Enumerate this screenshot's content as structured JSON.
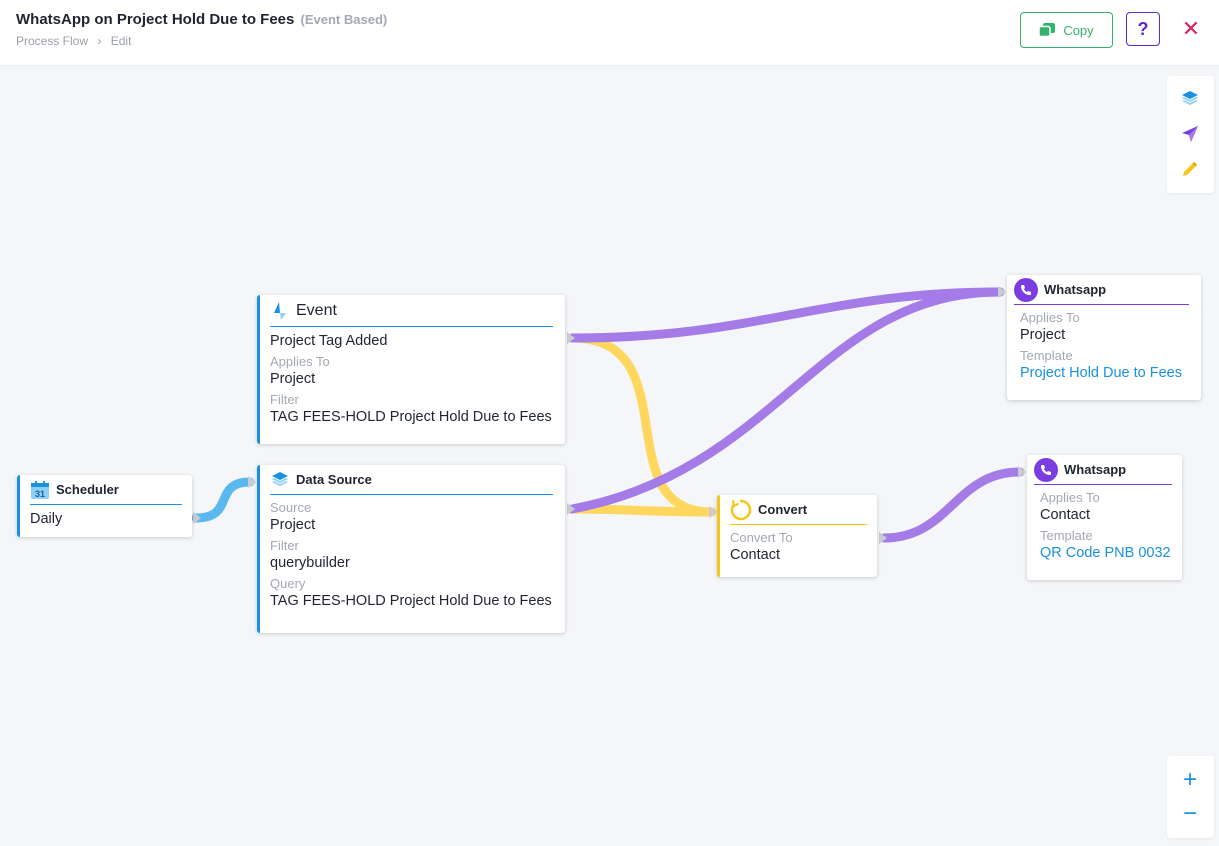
{
  "header": {
    "title": "WhatsApp on Project Hold Due to Fees",
    "title_suffix": "(Event Based)",
    "breadcrumb": [
      "Process Flow",
      "Edit"
    ],
    "copy_label": "Copy",
    "help_label": "?",
    "close_label": "✕"
  },
  "toolbox": {
    "icons": [
      "layers-icon",
      "send-icon",
      "pencil-icon"
    ]
  },
  "zoom": {
    "in_label": "+",
    "out_label": "−"
  },
  "nodes": {
    "scheduler": {
      "title": "Scheduler",
      "calendar_day": "31",
      "value": "Daily"
    },
    "event": {
      "title": "Event",
      "value": "Project Tag Added",
      "fields": [
        {
          "label": "Applies To",
          "value": "Project"
        },
        {
          "label": "Filter",
          "value": "TAG FEES-HOLD Project Hold Due to Fees"
        }
      ]
    },
    "datasource": {
      "title": "Data Source",
      "fields": [
        {
          "label": "Source",
          "value": "Project"
        },
        {
          "label": "Filter",
          "value": "querybuilder"
        },
        {
          "label": "Query",
          "value": "TAG FEES-HOLD Project Hold Due to Fees"
        }
      ]
    },
    "convert": {
      "title": "Convert",
      "fields": [
        {
          "label": "Convert To",
          "value": "Contact"
        }
      ]
    },
    "whatsapp1": {
      "title": "Whatsapp",
      "fields": [
        {
          "label": "Applies To",
          "value": "Project"
        },
        {
          "label": "Template",
          "value": "Project Hold Due to Fees"
        }
      ]
    },
    "whatsapp2": {
      "title": "Whatsapp",
      "fields": [
        {
          "label": "Applies To",
          "value": "Contact"
        },
        {
          "label": "Template",
          "value": "QR Code PNB 0032"
        }
      ]
    }
  },
  "colors": {
    "accent_blue": "#1a90e0",
    "edge_blue": "#5ab8ef",
    "edge_purple": "#a57be8",
    "edge_yellow": "#ffd75e",
    "copy_green": "#34b26b",
    "help_purple": "#5b2bc8",
    "close_red": "#e0245e"
  }
}
